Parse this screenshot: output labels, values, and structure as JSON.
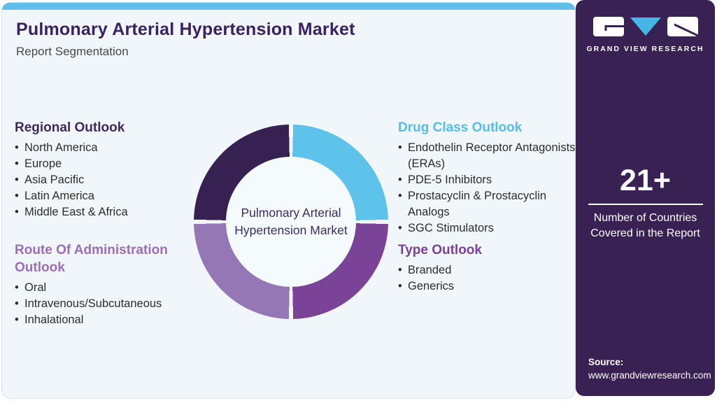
{
  "header": {
    "title": "Pulmonary Arterial Hypertension Market",
    "subtitle": "Report Segmentation",
    "title_color": "#3a2262",
    "accent_bar_color": "#5fc0e8"
  },
  "sections": {
    "regional": {
      "heading": "Regional Outlook",
      "color": "#41295e",
      "items": [
        "North America",
        "Europe",
        "Asia Pacific",
        "Latin America",
        "Middle East & Africa"
      ]
    },
    "route": {
      "heading": "Route Of Administration Outlook",
      "color": "#9c6eb8",
      "items": [
        "Oral",
        "Intravenous/Subcutaneous",
        "Inhalational"
      ]
    },
    "drug": {
      "heading": "Drug Class Outlook",
      "color": "#55bde9",
      "items": [
        "Endothelin Receptor Antagonists (ERAs)",
        "PDE-5 Inhibitors",
        "Prostacyclin & Prostacyclin Analogs",
        "SGC Stimulators"
      ]
    },
    "type": {
      "heading": "Type Outlook",
      "color": "#7b3f9a",
      "items": [
        "Branded",
        "Generics"
      ]
    }
  },
  "chart_data": {
    "type": "pie",
    "subtype": "donut",
    "title": "Pulmonary Arterial Hypertension Market",
    "center_label": "Pulmonary Arterial Hypertension Market",
    "center_label_color": "#3b2a66",
    "gap_color": "#f1f6fa",
    "start_angle_deg": 0,
    "direction": "clockwise",
    "legend": "none",
    "segments": [
      {
        "name": "Drug Class Outlook",
        "value": 25,
        "color": "#5ec3eb"
      },
      {
        "name": "Type Outlook",
        "value": 25,
        "color": "#7b4398"
      },
      {
        "name": "Route Of Administration Outlook",
        "value": 25,
        "color": "#9477b4"
      },
      {
        "name": "Regional Outlook",
        "value": 25,
        "color": "#372153"
      }
    ]
  },
  "sidebar": {
    "bg_color": "#3a2153",
    "logo": {
      "brand": "GRAND VIEW RESEARCH",
      "accent_color": "#45b6e6"
    },
    "stat": {
      "value": "21+",
      "label": "Number of Countries Covered in the Report"
    },
    "source": {
      "label": "Source:",
      "url": "www.grandviewresearch.com"
    }
  }
}
